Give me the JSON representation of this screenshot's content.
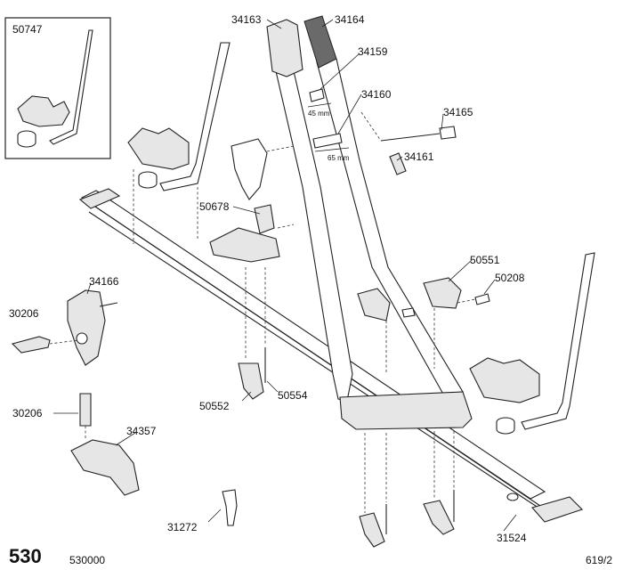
{
  "figure_number": "530",
  "catalog_number": "530000",
  "page_code": "619/2",
  "dimensions": {
    "short_spacer": "45 mm",
    "long_spacer": "65 mm"
  },
  "part_labels": [
    "50747",
    "34163",
    "34164",
    "34159",
    "34160",
    "34165",
    "34161",
    "50678",
    "50551",
    "50208",
    "34166",
    "30206",
    "30206",
    "34357",
    "50552",
    "50554",
    "31272",
    "31524"
  ]
}
